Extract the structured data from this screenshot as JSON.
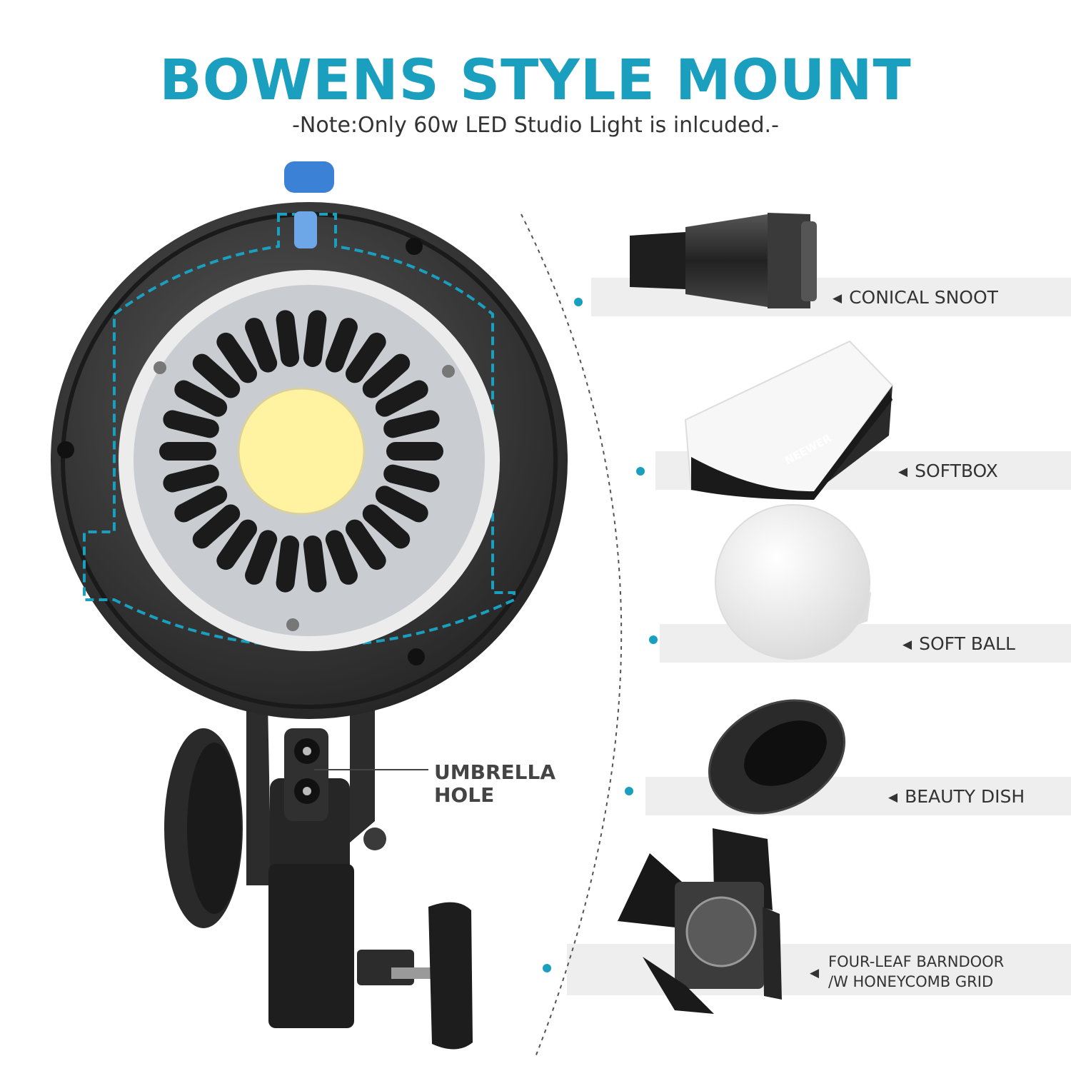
{
  "header": {
    "title": "BOWENS STYLE MOUNT",
    "note": "-Note:Only 60w LED Studio Light is inlcuded.-"
  },
  "colors": {
    "accent": "#1a9fbf",
    "label_band": "#eeeeee",
    "text": "#333333",
    "body_dark": "#3a3a3a",
    "led": "#fff3a0",
    "button": "#3b82d6"
  },
  "callout": {
    "line1": "UMBRELLA",
    "line2": "HOLE"
  },
  "brand_mark": "NEEWER",
  "accessories": [
    {
      "label": "CONICAL SNOOT",
      "icon": "conical-snoot-icon"
    },
    {
      "label": "SOFTBOX",
      "icon": "softbox-icon"
    },
    {
      "label": "SOFT BALL",
      "icon": "soft-ball-icon"
    },
    {
      "label": "BEAUTY DISH",
      "icon": "beauty-dish-icon"
    },
    {
      "label_line1": "FOUR-LEAF BARNDOOR",
      "label_line2": "/W HONEYCOMB GRID",
      "icon": "barndoor-icon"
    }
  ]
}
